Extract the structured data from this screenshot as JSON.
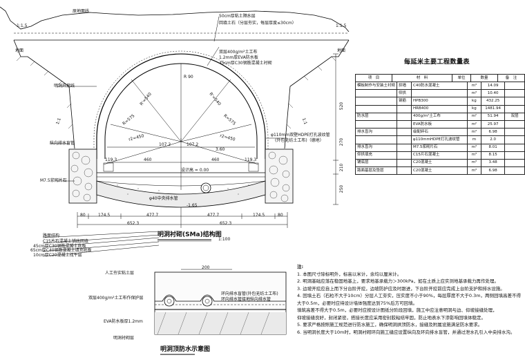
{
  "top_annotations": {
    "original_ground": "原地面线",
    "slope_left": "1:1.5",
    "slope_right": "1:1.5",
    "leader_1": "50cm厚粘土隔水层",
    "leader_2": "回填土石（分层夯实，每层厚度≤30cm）",
    "leader_3": "双层400g/m²土工布",
    "leader_4": "1.2mm厚EVA防水板",
    "leader_5": "45cm厚C30钢筋混凝土衬砌",
    "sd_left": "地面",
    "sd_right": "地面",
    "slope_line_left": "1:1",
    "slope_line_right": "1:1",
    "excavation_line": "明洞开挖线",
    "drain_hole": "纵向排水盲管",
    "mortar_stone": "M7.5浆砌片石",
    "drain_pipe_note_1": "φ110mm双壁HDPE打孔波纹管",
    "drain_pipe_note_2": "(外包无纺土工布)（德地）"
  },
  "section_dims": {
    "r_top": "R 90",
    "r_left": "R'=540",
    "r_right": "R'=540",
    "r_ll": "R=575",
    "r_rr": "R=575",
    "arc_l": "r2=450",
    "arc_r": "r2=450",
    "w_center_l": "107.2",
    "w_center_r": "107.2",
    "w_side": "119.3",
    "w_side_r": "119.3",
    "half_l": "460",
    "half_r": "460",
    "h_right": "3.60",
    "elev": "设计高 = 0.00",
    "elev_2": "-1.65",
    "center_drain": "φ40中央排水管",
    "h_520": "520",
    "h_270": "270",
    "h_210": "210",
    "h_250": "250",
    "b_80l": "80",
    "b_1745l": "174.5",
    "b_4777l": "477.7",
    "b_4777r": "477.7",
    "b_1745r": "174.5",
    "b_80r": "80",
    "b_6523l": "652.3",
    "b_6523r": "652.3"
  },
  "section_title": "明洞衬砌(SMa)结构图",
  "section_scale": "1:100",
  "legend": [
    "路面结构",
    "C15片石混凝土铺底回填",
    "45cm厚C30钢筋混凝土底板",
    "65cm厚C40钢筋混凝土填充底板",
    "10cm厚C20混凝土找平层"
  ],
  "waterproof": {
    "title": "明洞顶防水示意图",
    "top": "人工夯实粘土层",
    "dim": "200",
    "geotextile": "双层400g/m²土工布作保护层",
    "eva": "EVA防水板厚1.2mm",
    "lining": "明洞衬砌层",
    "pipe_1": "环向排水盲管(外包无纺土工布)",
    "pipe_2": "环向排水管接地纵向排水管"
  },
  "quantity_table": {
    "title": "每延米主要工程数量表",
    "headers": [
      "项　目",
      "材　料",
      "单位",
      "数量",
      "备　注"
    ],
    "rows": [
      [
        "模板制作与安装土衬砌",
        "拱墙",
        "C40防水混凝土",
        "m³",
        "14.09",
        ""
      ],
      [
        "",
        "仰拱",
        "",
        "m³",
        "10.40",
        ""
      ],
      [
        "",
        "钢筋",
        "HPB300",
        "kg",
        "432.25",
        ""
      ],
      [
        "",
        "",
        "HRB400",
        "kg",
        "1481.94",
        ""
      ],
      [
        "防水层",
        "",
        "400g/m²土工布",
        "m²",
        "51.94",
        "双层"
      ],
      [
        "",
        "",
        "EVA防水板",
        "m²",
        "25.97",
        ""
      ],
      [
        "排水盲沟",
        "",
        "级配碎石",
        "m³",
        "6.98",
        ""
      ],
      [
        "",
        "",
        "φ110mmHDPE打孔波纹管",
        "m",
        "2.0",
        ""
      ],
      [
        "排水盲沟",
        "",
        "M7.5浆砌片石",
        "m³",
        "8.01",
        ""
      ],
      [
        "仰拱填充",
        "",
        "C15片石混凝土",
        "m³",
        "8.15",
        ""
      ],
      [
        "铺底层",
        "",
        "C20混凝土",
        "m³",
        "3.48",
        ""
      ],
      [
        "路面基层及垫层",
        "",
        "C20混凝土",
        "m³",
        "6.98",
        ""
      ]
    ]
  },
  "notes": {
    "heading": "注:",
    "items": [
      "1. 本图尺寸除标明外，标高以米计，余均以厘米计。",
      "2. 明洞基础应落在稳固地基上，要求地基承载力＞300kPa，如在土质上应实测地基承载力再作处理。",
      "3. 边坡开挖应自上而下分台阶开挖，边坡防护应及时跟进，下台阶开挖前应完成上台阶支护和排水设施。",
      "4. 回填土石（石粒不大于10cm）分层人工夯实，压实度不小于90%，每层厚度不大于0.3m，两侧回填高差不得大于0.5m，必要时应待设计墙体强度达到75%后方可回填。",
      "填筑高差不得大于0.5m，必要时应按设计图纸分阶段回填，施工中应注意明洞与边、仰坡接缝处理，",
      "仰坡接缝良好，封闭紧密，搭接长度应采用密封胶粘结牢固，防止地表水下渗影响回填体稳定。",
      "5. 要求严格按照施工规范进行防水施工，确保明洞拱顶防水，接缝及附属设施满足防水要求。",
      "6. 当明洞长度大于10m时，明洞衬砌环向施工缝应设置纵向及环向排水盲管，并通过泄水孔引入中央排水沟。"
    ]
  }
}
